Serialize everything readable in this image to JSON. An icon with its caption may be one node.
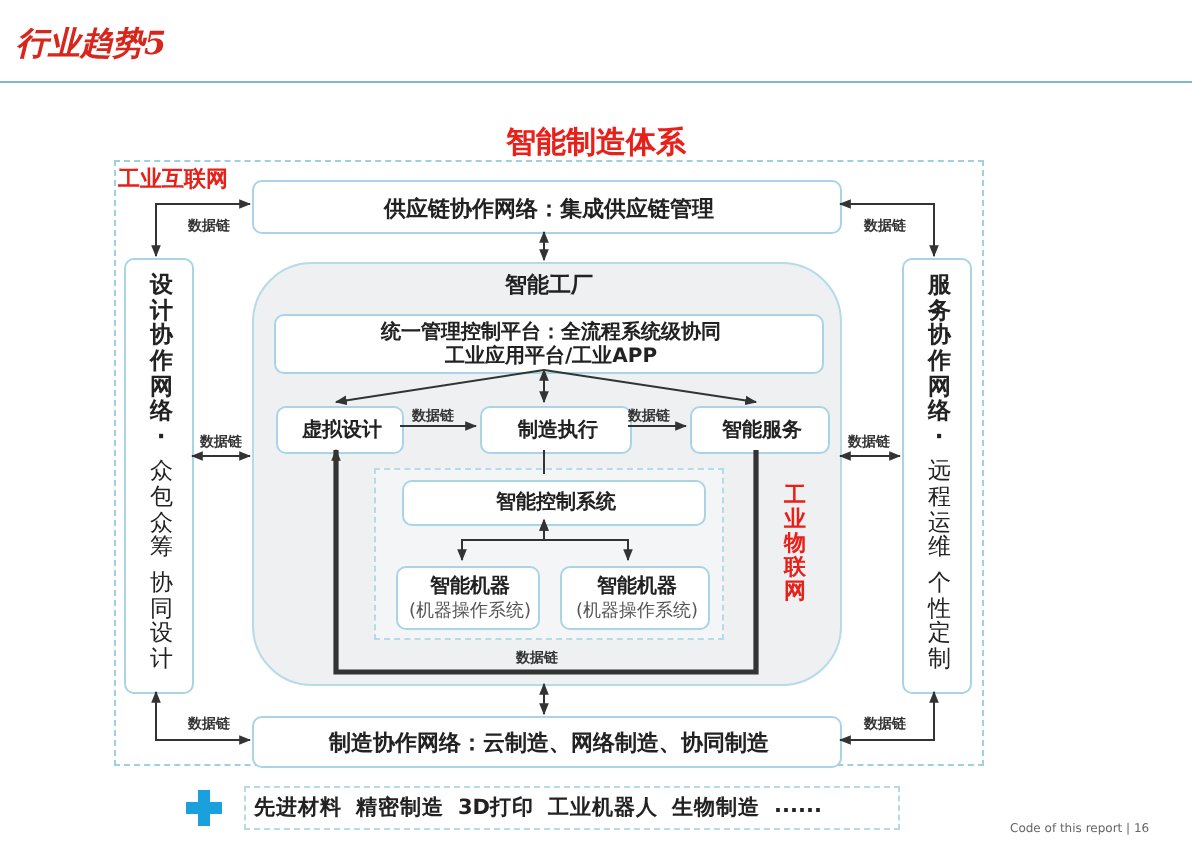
{
  "diagram": {
    "title": "智能制造体系",
    "nodes": [
      {
        "text": [
          "工业互联网"
        ]
      },
      {
        "text": [
          "供应链协作网络：集成供应链管理"
        ],
        "in": 0
      },
      {
        "text": [
          "设计协作网络·",
          "众包众筹",
          "协同设计"
        ],
        "in": 0
      },
      {
        "text": [
          "智能工厂"
        ],
        "in": 0
      },
      {
        "text": [
          "统一管理控制平台：全流程系统级协同",
          "工业应用平台/工业APP"
        ],
        "in": 3
      },
      {
        "text": [
          "虚拟设计"
        ],
        "in": 3
      },
      {
        "text": [
          "制造执行"
        ],
        "in": 3
      },
      {
        "text": [
          "智能服务"
        ],
        "in": 3
      },
      {
        "text": [],
        "shape": "box",
        "in": 3
      },
      {
        "text": [
          "智能控制系统"
        ],
        "in": 8
      },
      {
        "text": [
          "智能机器",
          "(机器操作系统)"
        ],
        "in": 8
      },
      {
        "text": [
          "智能机器",
          "(机器操作系统)"
        ],
        "in": 8
      },
      {
        "text": [
          "服务协作网络·",
          "远程运维",
          "个性定制"
        ],
        "in": 0
      },
      {
        "text": [
          "制造协作网络：云制造、网络制造、协同制造"
        ],
        "in": 0
      },
      {
        "text": [
          "先进材料",
          "精密制造",
          "3D打印",
          "工业机器人",
          "生物制造",
          "......"
        ]
      }
    ],
    "edges": [
      {
        "from": 1,
        "to": 3,
        "arrow": "both"
      },
      {
        "from": 1,
        "to": 2,
        "arrow": "both",
        "label": "数据链"
      },
      {
        "from": 1,
        "to": 12,
        "arrow": "both",
        "label": "数据链"
      },
      {
        "from": 2,
        "to": 3,
        "arrow": "both",
        "label": "数据链"
      },
      {
        "from": 3,
        "to": 12,
        "arrow": "both",
        "label": "数据链"
      },
      {
        "from": 3,
        "to": 13,
        "arrow": "both"
      },
      {
        "from": 13,
        "to": 2,
        "arrow": "both",
        "label": "数据链"
      },
      {
        "from": 13,
        "to": 12,
        "arrow": "both",
        "label": "数据链"
      },
      {
        "from": 4,
        "to": 5,
        "arrow": "to"
      },
      {
        "from": 4,
        "to": 6,
        "arrow": "both"
      },
      {
        "from": 4,
        "to": 7,
        "arrow": "to"
      },
      {
        "from": 5,
        "to": 6,
        "arrow": "to",
        "label": "数据链"
      },
      {
        "from": 6,
        "to": 7,
        "arrow": "to",
        "label": "数据链"
      },
      {
        "from": 6,
        "to": 9,
        "arrow": "none"
      },
      {
        "from": 9,
        "to": 10,
        "arrow": "both"
      },
      {
        "from": 9,
        "to": 11,
        "arrow": "both"
      },
      {
        "from": 7,
        "to": 5,
        "arrow": "to",
        "label": "数据链",
        "style": "thick"
      }
    ],
    "labels": [
      "行业趋势5",
      "工业物联网",
      "Code of this report | 16"
    ]
  }
}
